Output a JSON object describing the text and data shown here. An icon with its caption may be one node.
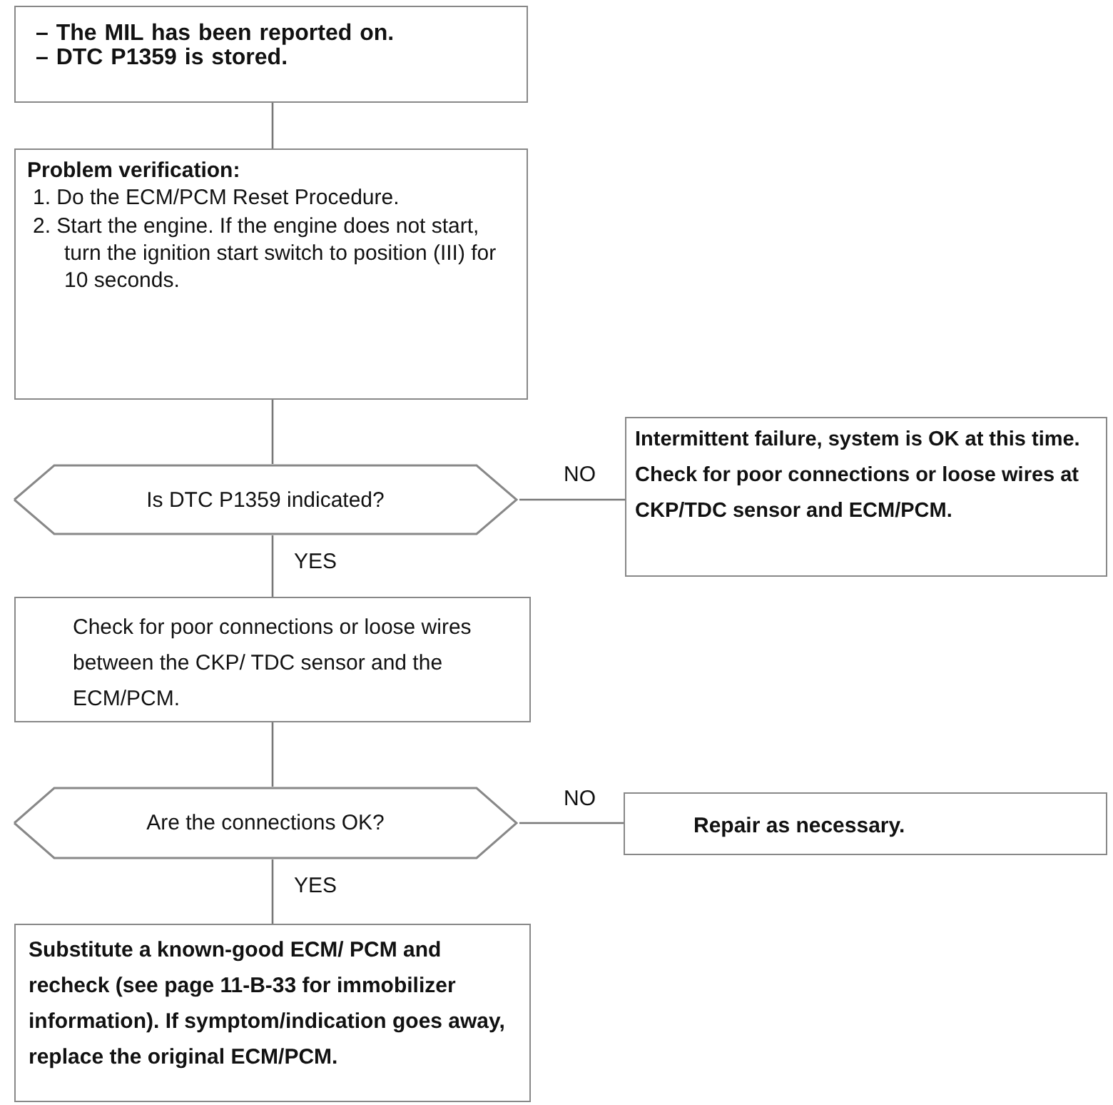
{
  "diagram": {
    "nodes": [
      {
        "text": [
          "– The MIL has been reported on.",
          "– DTC P1359 is stored."
        ]
      },
      {
        "text": [
          "Problem verification:",
          "1. Do the ECM/PCM Reset Procedure.",
          "2. Start the engine. If the engine does not start, turn the ignition start switch to position (III) for 10 seconds."
        ]
      },
      {
        "text": [
          "Is DTC P1359 indicated?"
        ]
      },
      {
        "text": [
          "Intermittent failure, system is OK at this time. Check for poor connections or loose wires at CKP/TDC sensor and ECM/PCM."
        ]
      },
      {
        "text": [
          "Check for poor connections or loose wires between the CKP/ TDC sensor and the ECM/PCM."
        ]
      },
      {
        "text": [
          "Are the connections OK?"
        ]
      },
      {
        "text": [
          "Repair as necessary."
        ]
      },
      {
        "text": [
          "Substitute a known-good ECM/ PCM and recheck (see page 11-B-33 for immobilizer information). If symptom/indication goes away, replace the original ECM/PCM."
        ]
      }
    ],
    "edges": [
      {
        "from": 0,
        "to": 1,
        "arrow": "none"
      },
      {
        "from": 1,
        "to": 2,
        "arrow": "none"
      },
      {
        "from": 2,
        "to": 3,
        "arrow": "none",
        "label": "NO"
      },
      {
        "from": 2,
        "to": 4,
        "arrow": "none",
        "label": "YES"
      },
      {
        "from": 4,
        "to": 5,
        "arrow": "none"
      },
      {
        "from": 5,
        "to": 6,
        "arrow": "none",
        "label": "NO"
      },
      {
        "from": 5,
        "to": 7,
        "arrow": "none",
        "label": "YES"
      }
    ]
  }
}
